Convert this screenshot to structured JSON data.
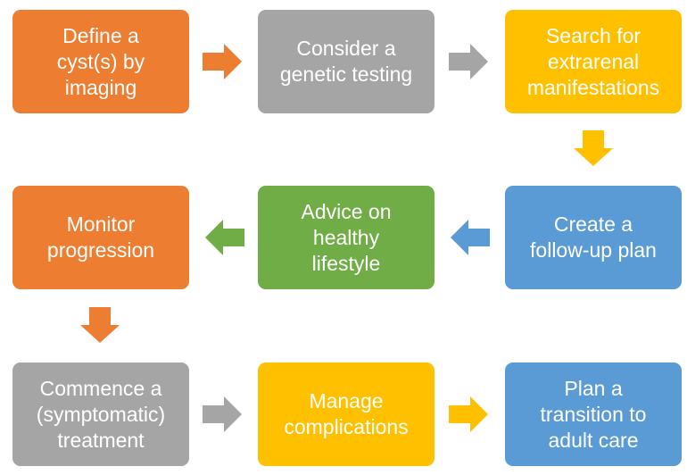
{
  "steps": {
    "define_cysts": "Define a\ncyst(s) by\nimaging",
    "genetic_testing": "Consider a\ngenetic testing",
    "extrarenal": "Search for\nextrarenal\nmanifestations",
    "monitor": "Monitor\nprogression",
    "lifestyle": "Advice on\nhealthy\nlifestyle",
    "follow_up": "Create a\nfollow-up plan",
    "treatment": "Commence a\n(symptomatic)\ntreatment",
    "complications": "Manage\ncomplications",
    "transition": "Plan a\ntransition to\nadult care"
  },
  "colors": {
    "orange": "#ED7D31",
    "gray": "#A5A5A5",
    "yellow": "#FFC000",
    "blue": "#5B9BD5",
    "green": "#70AD47"
  }
}
